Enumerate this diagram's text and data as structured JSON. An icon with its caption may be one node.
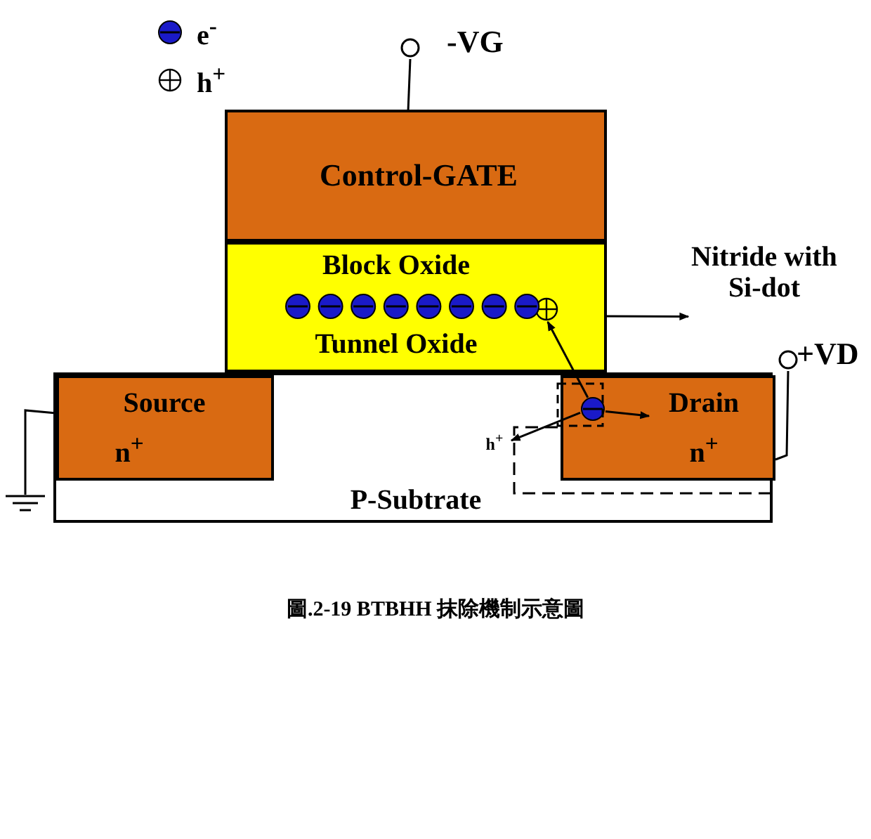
{
  "diagram": {
    "caption": "圖.2-19 BTBHH 抹除機制示意圖",
    "nodes": [
      {
        "text": [
          "Control-GATE"
        ]
      },
      {
        "text": [
          "Block Oxide",
          "Tunnel Oxide"
        ]
      },
      {
        "text": [],
        "shape": "circle",
        "in": 1
      },
      {
        "text": [
          "Nitride with Si-dot"
        ]
      },
      {
        "text": [
          "P-Subtrate"
        ]
      },
      {
        "text": [
          "Source",
          "n$^{+}$"
        ],
        "in": 4
      },
      {
        "text": [
          "Drain",
          "n$^{+}$"
        ],
        "in": 4
      },
      {
        "text": [],
        "shape": "circle",
        "in": 6
      },
      {
        "text": [
          "h$^{+}$"
        ],
        "in": 4
      },
      {
        "text": [],
        "shape": "circle",
        "beside": [
          "-VG"
        ]
      },
      {
        "text": [],
        "shape": "circle",
        "beside": [
          "+VD"
        ]
      },
      {
        "text": [],
        "shape": "ground"
      }
    ],
    "edges": [
      {
        "from": 1,
        "to": 3,
        "arrow": "to"
      },
      {
        "from": 7,
        "to": 2,
        "arrow": "to"
      },
      {
        "from": 7,
        "to": 8,
        "arrow": "to"
      },
      {
        "from": 7,
        "to": null,
        "arrow": "to"
      },
      {
        "from": 0,
        "to": 9,
        "arrow": "none"
      },
      {
        "from": 6,
        "to": 10,
        "arrow": "none"
      },
      {
        "from": 5,
        "to": 11,
        "arrow": "none"
      }
    ],
    "legend": [
      {
        "text": "e$^{-}$",
        "color": "#1a1ac8"
      },
      {
        "text": "h$^{+}$"
      }
    ]
  }
}
